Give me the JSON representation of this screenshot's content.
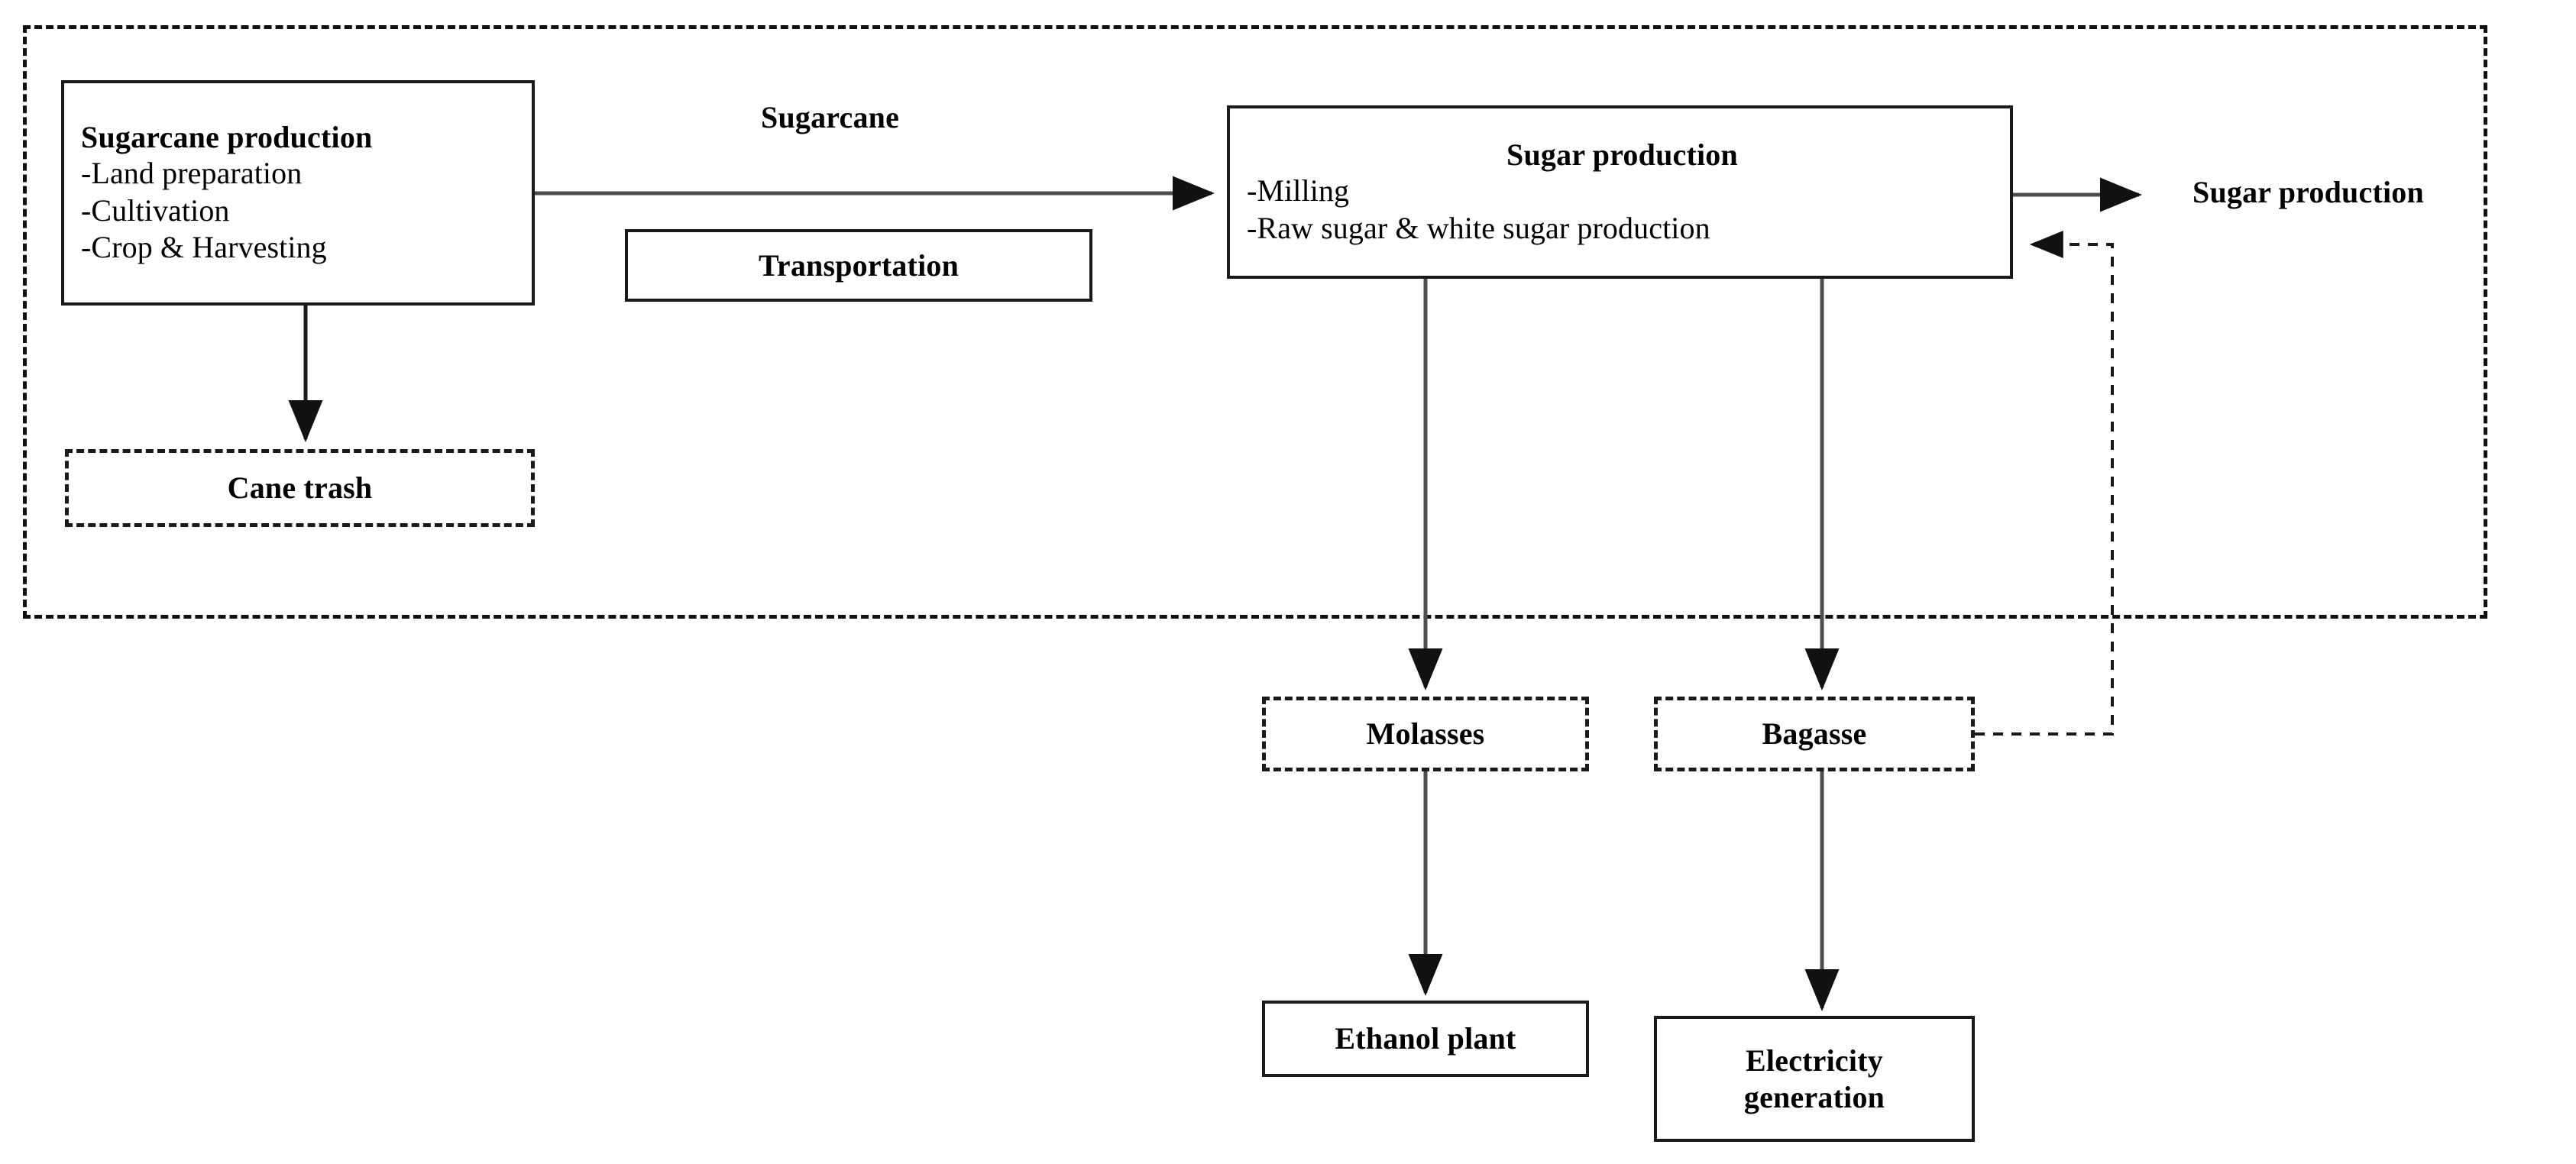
{
  "diagram": {
    "title": "Sugarcane to sugar, ethanol and electricity production system flow diagram",
    "system_boundary_label": "system-boundary",
    "line_color": "#1a1a1a",
    "background_color": "#ffffff"
  },
  "nodes": {
    "sugarcane_production": {
      "title": "Sugarcane production",
      "items": [
        "-Land preparation",
        "-Cultivation",
        "-Crop & Harvesting"
      ],
      "style": "solid"
    },
    "transportation": {
      "title": "Transportation",
      "style": "solid"
    },
    "sugar_production": {
      "title": "Sugar production",
      "items": [
        "-Milling",
        "-Raw sugar & white sugar production"
      ],
      "style": "solid"
    },
    "cane_trash": {
      "title": "Cane trash",
      "style": "dashed"
    },
    "molasses": {
      "title": "Molasses",
      "style": "dashed"
    },
    "bagasse": {
      "title": "Bagasse",
      "style": "dashed"
    },
    "ethanol_plant": {
      "title": "Ethanol plant",
      "style": "solid"
    },
    "electricity_generation": {
      "title": "Electricity\ngeneration",
      "line1": "Electricity",
      "line2": "generation",
      "style": "solid"
    }
  },
  "labels": {
    "sugarcane_flow": "Sugarcane",
    "sugar_output": "Sugar production"
  },
  "edges": [
    {
      "name": "sugarcane-production-to-sugar-production",
      "from": "sugarcane_production",
      "to": "sugar_production",
      "label": "Sugarcane",
      "style": "solid-arrow"
    },
    {
      "name": "sugarcane-production-to-cane-trash",
      "from": "sugarcane_production",
      "to": "cane_trash",
      "label": "",
      "style": "solid-arrow"
    },
    {
      "name": "sugar-production-to-sugar-output",
      "from": "sugar_production",
      "to": "sugar_output_label",
      "label": "Sugar production",
      "style": "solid-arrow"
    },
    {
      "name": "sugar-production-to-molasses",
      "from": "sugar_production",
      "to": "molasses",
      "label": "",
      "style": "solid-arrow"
    },
    {
      "name": "sugar-production-to-bagasse",
      "from": "sugar_production",
      "to": "bagasse",
      "label": "",
      "style": "solid-arrow"
    },
    {
      "name": "molasses-to-ethanol-plant",
      "from": "molasses",
      "to": "ethanol_plant",
      "label": "",
      "style": "solid-arrow"
    },
    {
      "name": "bagasse-to-electricity-generation",
      "from": "bagasse",
      "to": "electricity_generation",
      "label": "",
      "style": "solid-arrow"
    },
    {
      "name": "bagasse-to-sugar-production-feedback",
      "from": "bagasse",
      "to": "sugar_production",
      "label": "",
      "style": "dotted-arrow"
    }
  ]
}
